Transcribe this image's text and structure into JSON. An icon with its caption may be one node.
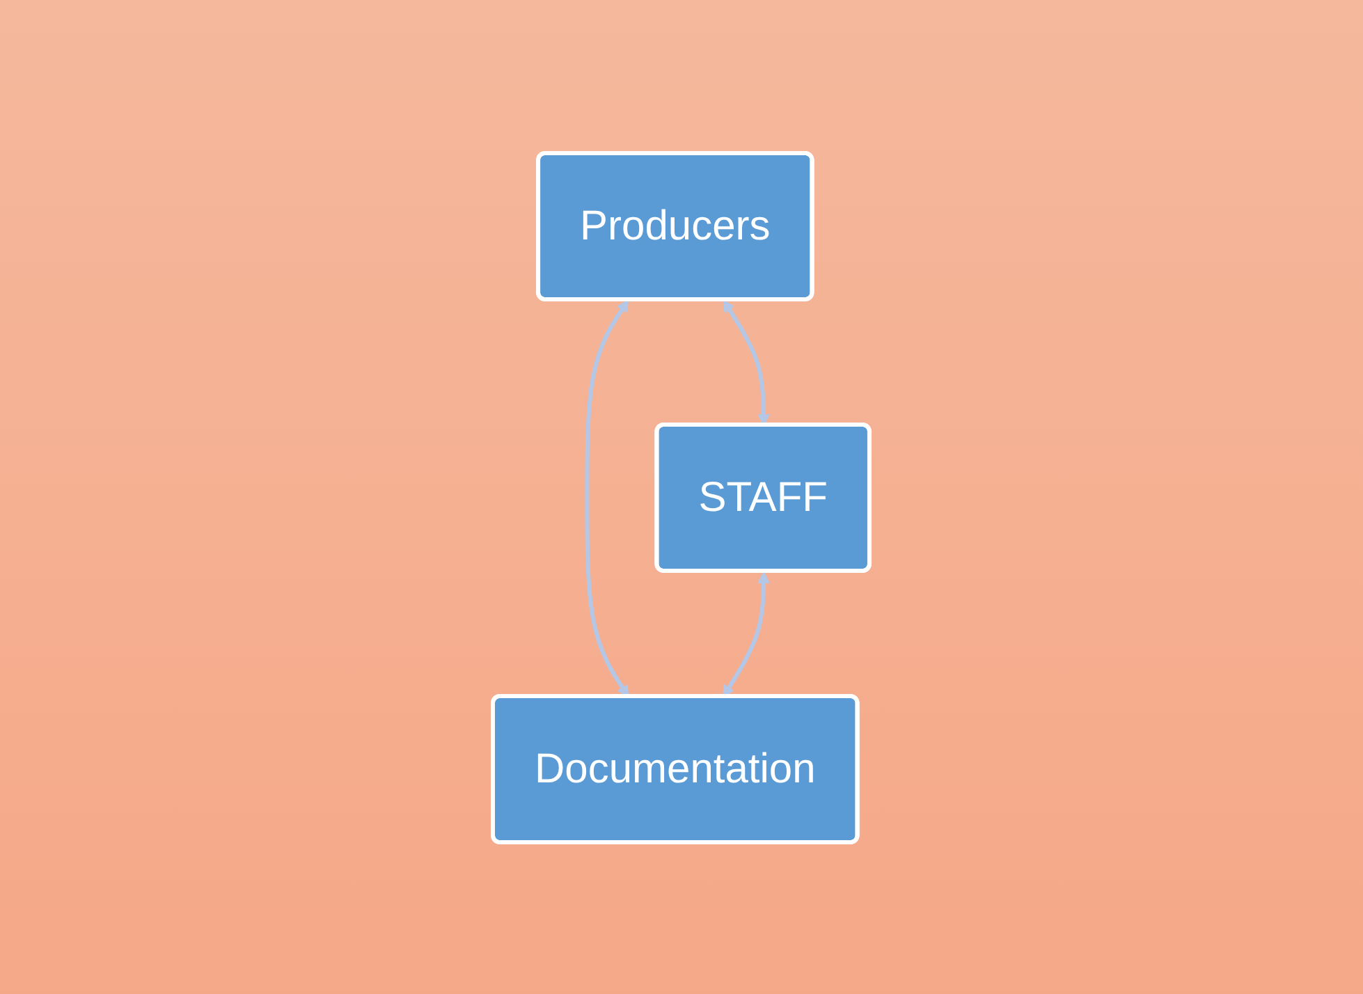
{
  "diagram": {
    "nodes": [
      {
        "text": [
          "Producers"
        ]
      },
      {
        "text": [
          "STAFF"
        ]
      },
      {
        "text": [
          "Documentation"
        ]
      }
    ],
    "edges": [
      {
        "from": 0,
        "to": 1,
        "arrow": "both"
      },
      {
        "from": 0,
        "to": 2,
        "arrow": "both"
      },
      {
        "from": 1,
        "to": 2,
        "arrow": "both"
      }
    ]
  }
}
